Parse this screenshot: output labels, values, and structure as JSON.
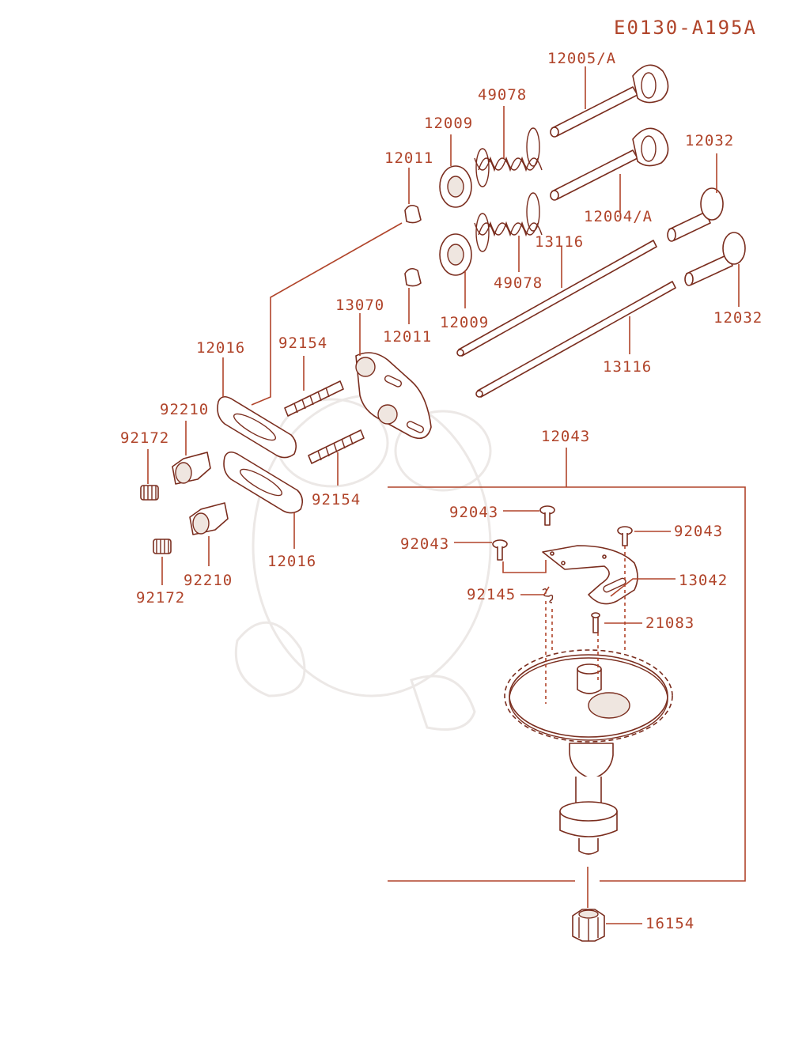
{
  "diagram_code": "E0130-A195A",
  "colors": {
    "label": "#b0442a",
    "part_outline": "#7a2d1e",
    "background": "#ffffff"
  },
  "labels": {
    "valve_exhaust": "12005/A",
    "valve_intake": "12004/A",
    "spring_top": "49078",
    "spring_bottom": "49078",
    "retainer_top": "12009",
    "retainer_bottom": "12009",
    "cotter_top": "12011",
    "cotter_bottom": "12011",
    "tappet_top": "12032",
    "tappet_bottom": "12032",
    "pushrod_top": "13116",
    "pushrod_bottom": "13116",
    "guide_plate": "13070",
    "rocker_arm_top": "12016",
    "rocker_arm_bottom": "12016",
    "stud_top": "92154",
    "stud_bottom": "92154",
    "nut_top": "92210",
    "nut_bottom": "92210",
    "screw_top": "92172",
    "screw_bottom": "92172",
    "camshaft_assy": "12043",
    "pin_top": "92043",
    "pin_left": "92043",
    "pin_right": "92043",
    "decomp_weight": "13042",
    "spring_small": "92145",
    "decomp_pin": "21083",
    "oil_pump_rotor": "16154"
  }
}
